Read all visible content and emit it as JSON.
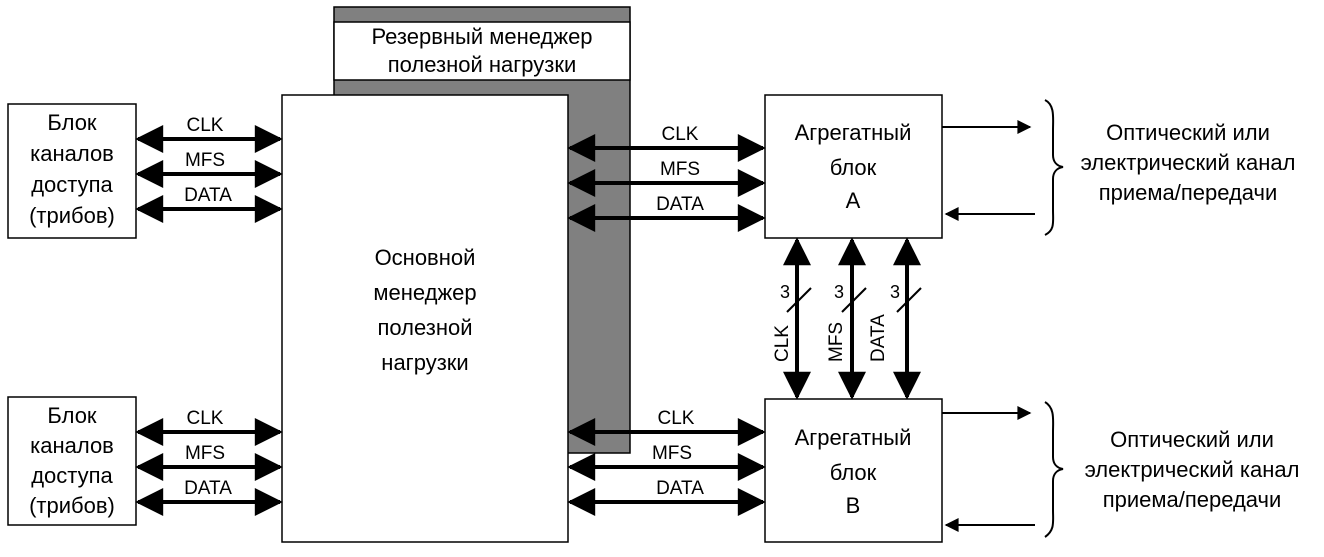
{
  "blocks": {
    "access_top": [
      "Блок",
      "каналов",
      "доступа",
      "(трибов)"
    ],
    "access_bottom": [
      "Блок",
      "каналов",
      "доступа",
      "(трибов)"
    ],
    "main_manager": [
      "Основной",
      "менеджер",
      "полезной",
      "нагрузки"
    ],
    "backup_manager": [
      "Резервный менеджер",
      "полезной нагрузки"
    ],
    "aggregate_a": [
      "Агрегатный",
      "блок",
      "А"
    ],
    "aggregate_b": [
      "Агрегатный",
      "блок",
      "В"
    ]
  },
  "signals": {
    "clk": "CLK",
    "mfs": "MFS",
    "data": "DATA"
  },
  "bus_width": "3",
  "channel_label": [
    "Оптический или",
    "электрический канал",
    "приема/передачи"
  ]
}
